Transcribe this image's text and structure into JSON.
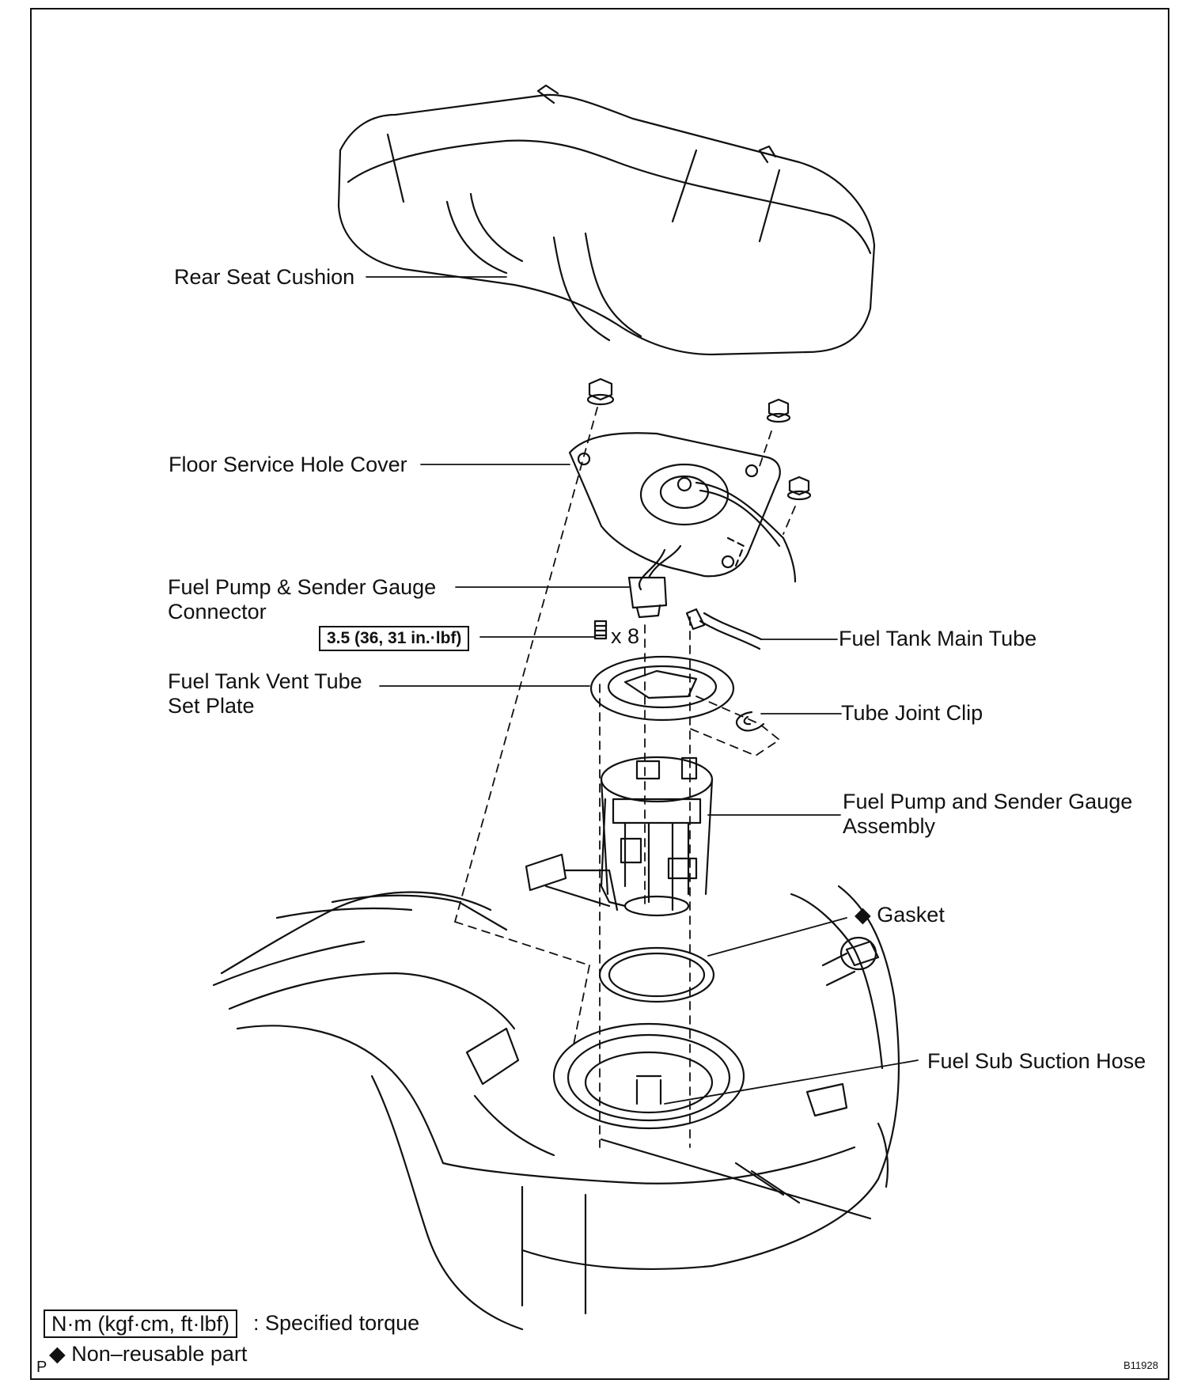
{
  "labels": {
    "rear_seat_cushion": "Rear Seat Cushion",
    "floor_service_hole_cover": "Floor Service Hole Cover",
    "pump_connector_line1": "Fuel Pump & Sender Gauge",
    "pump_connector_line2": "Connector",
    "torque_value": "3.5 (36, 31 in.·lbf)",
    "bolt_count": "x 8",
    "vent_tube_line1": "Fuel Tank Vent Tube",
    "vent_tube_line2": "Set Plate",
    "main_tube": "Fuel Tank Main Tube",
    "tube_joint_clip": "Tube Joint Clip",
    "pump_assembly_line1": "Fuel Pump and Sender Gauge",
    "pump_assembly_line2": "Assembly",
    "gasket": "Gasket",
    "sub_suction_hose": "Fuel Sub Suction Hose"
  },
  "legend": {
    "torque_unit": "N·m (kgf·cm, ft·lbf)",
    "torque_desc": ": Specified torque",
    "non_reusable": "Non–reusable part",
    "diamond": "◆",
    "p_mark": "P"
  },
  "figure_id": "B11928"
}
